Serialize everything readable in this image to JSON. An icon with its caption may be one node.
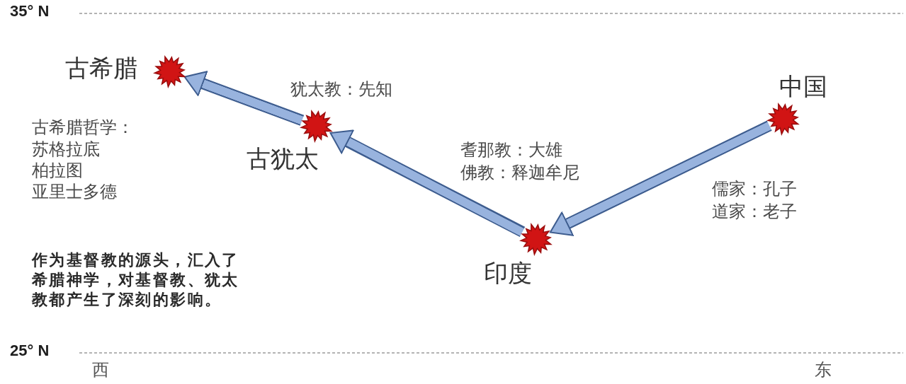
{
  "diagram": {
    "nodes": [
      {
        "text": [],
        "shape": "star",
        "beside": [
          "古希腊",
          "古希腊哲学：",
          "苏格拉底",
          "柏拉图",
          "亚里士多德"
        ]
      },
      {
        "text": [],
        "shape": "star",
        "beside": [
          "古犹太",
          "犹太教：先知"
        ]
      },
      {
        "text": [],
        "shape": "star",
        "beside": [
          "印度",
          "耆那教：大雄",
          "佛教：释迦牟尼"
        ]
      },
      {
        "text": [],
        "shape": "star",
        "beside": [
          "中国",
          "儒家：孔子",
          "道家：老子"
        ]
      }
    ],
    "edges": [
      {
        "from": 3,
        "to": 2,
        "arrow": "to"
      },
      {
        "from": 2,
        "to": 1,
        "arrow": "to"
      },
      {
        "from": 1,
        "to": 0,
        "arrow": "to"
      }
    ],
    "labels": [
      "35° N",
      "作为基督教的源头，汇入了希腊神学，对基督教、犹太教都产生了深刻的影响。",
      "25° N",
      "西",
      "东"
    ]
  }
}
